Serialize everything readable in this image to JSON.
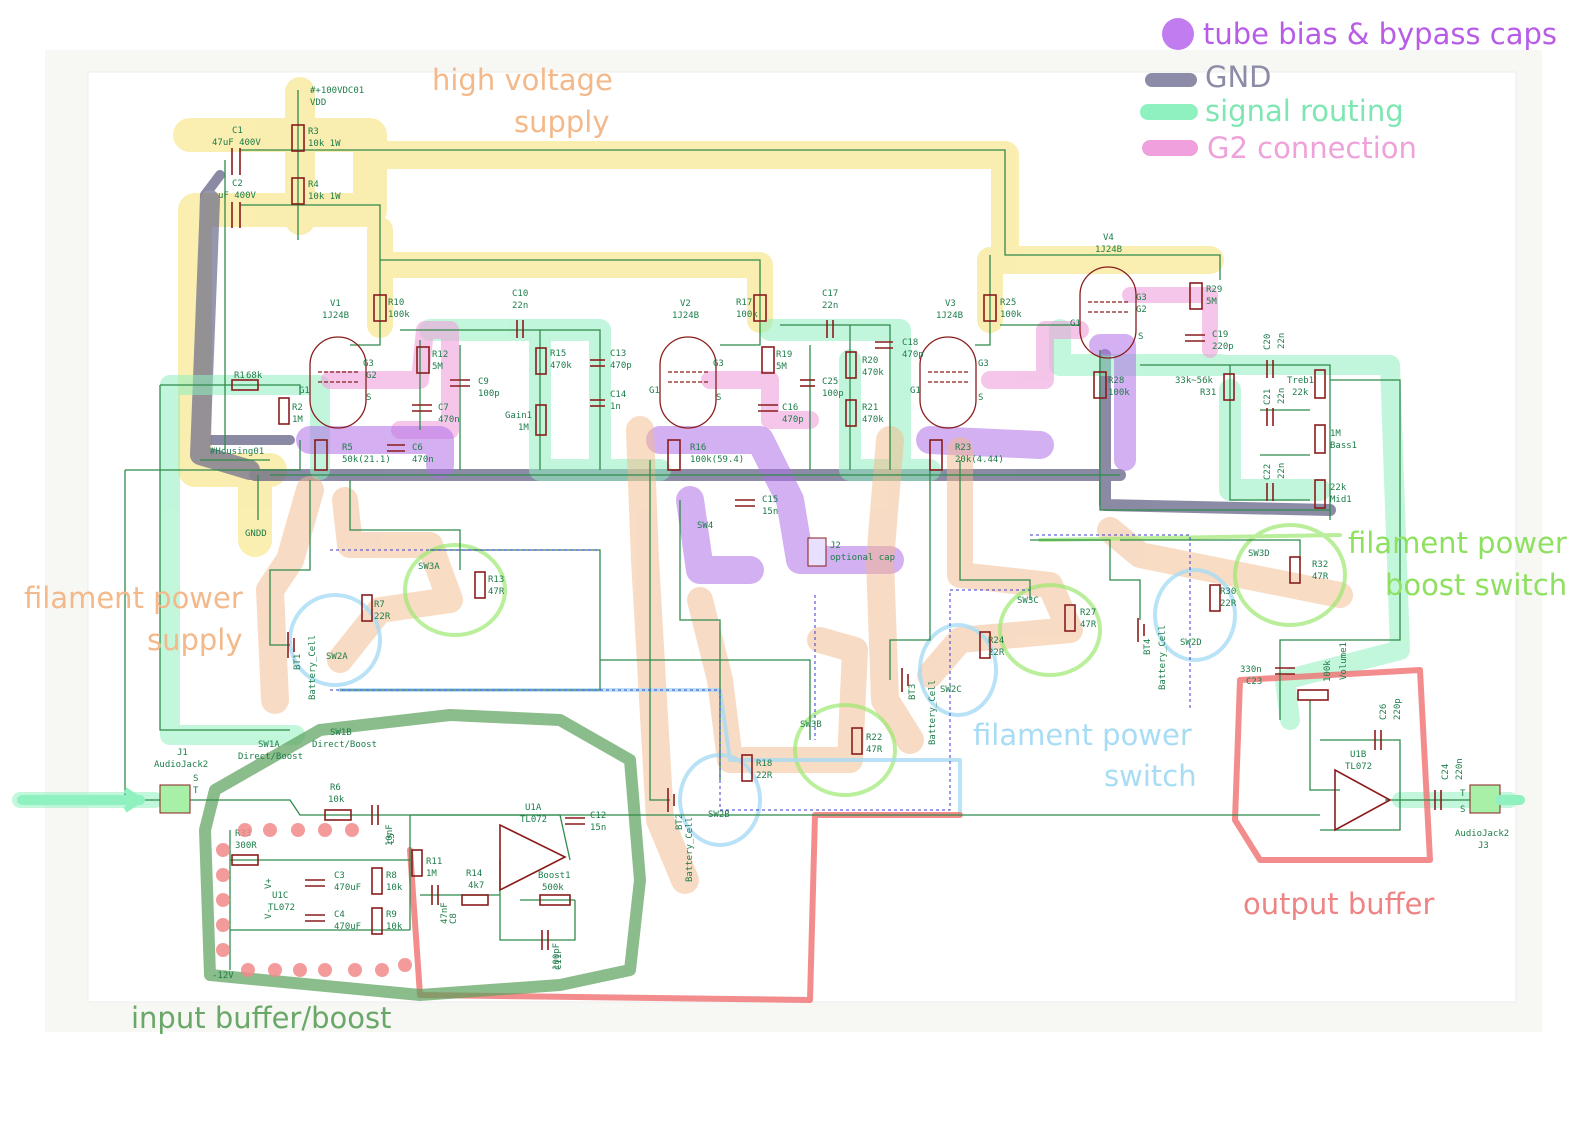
{
  "legend": {
    "items": [
      {
        "label": "tube bias & bypass caps",
        "color": "#c17cf0"
      },
      {
        "label": "GND",
        "color": "#8c8ca8"
      },
      {
        "label": "signal routing",
        "color": "#8ff0c0"
      },
      {
        "label": "G2 connection",
        "color": "#f0a0dc"
      }
    ]
  },
  "regions": {
    "hv_line1": "high voltage",
    "hv_line2": "supply",
    "fil_supply_line1": "filament power",
    "fil_supply_line2": "supply",
    "fil_boost_line1": "filament power",
    "fil_boost_line2": "boost switch",
    "fil_switch_line1": "filament  power",
    "fil_switch_line2": "switch",
    "output_buffer": "output buffer",
    "input_buffer": "input buffer/boost"
  },
  "colors": {
    "hv": "#f5e070",
    "gnd": "#5a5a80",
    "signal": "#8ff0c0",
    "g2": "#f0a0dc",
    "bias": "#b070e8",
    "filament_supply": "#f3b98a",
    "boost_switch": "#9de870",
    "fil_switch": "#a8dcf5",
    "output": "#f07070",
    "input": "#5aa05a"
  },
  "supply": {
    "vdd_net": "#+100VDC01",
    "vdd": "VDD",
    "c1_ref": "C1",
    "c1_val": "47uF 400V",
    "c2_ref": "C2",
    "c2_val": "uF 400V",
    "r3_ref": "R3",
    "r3_val": "10k 1W",
    "r4_ref": "R4",
    "r4_val": "10k 1W",
    "housing": "#Housing01",
    "gndd": "GNDD"
  },
  "tubes": [
    {
      "ref": "V1",
      "type": "1J24B"
    },
    {
      "ref": "V2",
      "type": "1J24B"
    },
    {
      "ref": "V3",
      "type": "1J24B"
    },
    {
      "ref": "V4",
      "type": "1J24B"
    }
  ],
  "parts": {
    "r1": [
      "R1",
      "68k"
    ],
    "r2": [
      "R2",
      "1M"
    ],
    "r5": [
      "R5",
      "50k(21.1)"
    ],
    "c6": [
      "C6",
      "470n"
    ],
    "r10": [
      "R10",
      "100k"
    ],
    "r12": [
      "R12",
      "5M"
    ],
    "c7": [
      "C7",
      "470n"
    ],
    "c9": [
      "C9",
      "100p"
    ],
    "c10": [
      "C10",
      "22n"
    ],
    "r15": [
      "R15",
      "470k"
    ],
    "c13": [
      "C13",
      "470p"
    ],
    "c14": [
      "C14",
      "1n"
    ],
    "gain1": [
      "Gain1",
      "1M"
    ],
    "r17": [
      "R17",
      "100k"
    ],
    "r19": [
      "R19",
      "5M"
    ],
    "c16": [
      "C16",
      "470p"
    ],
    "r16": [
      "R16",
      "100k(59.4)"
    ],
    "c15": [
      "C15",
      "15n"
    ],
    "sw4": [
      "SW4",
      ""
    ],
    "j2": [
      "J2",
      "optional cap"
    ],
    "c17": [
      "C17",
      "22n"
    ],
    "c25": [
      "C25",
      "100p"
    ],
    "r20": [
      "R20",
      "470k"
    ],
    "r21": [
      "R21",
      "470k"
    ],
    "c18": [
      "C18",
      "470p"
    ],
    "r25": [
      "R25",
      "100k"
    ],
    "r23": [
      "R23",
      "20k(4.44)"
    ],
    "r29": [
      "R29",
      "5M"
    ],
    "c19": [
      "C19",
      "220p"
    ],
    "r28": [
      "R28",
      "100k"
    ],
    "r31": [
      "R31",
      "33k~56k"
    ],
    "c20": [
      "C20",
      "22n"
    ],
    "c21": [
      "C21",
      "22n"
    ],
    "c22": [
      "C22",
      "22n"
    ],
    "treb1": [
      "Treb1",
      "22k"
    ],
    "bass1": [
      "Bass1",
      "1M"
    ],
    "mid1": [
      "Mid1",
      "22k"
    ],
    "sw3a": [
      "SW3A",
      ""
    ],
    "r13": [
      "R13",
      "47R"
    ],
    "r7": [
      "R7",
      "22R"
    ],
    "sw2a": [
      "SW2A",
      ""
    ],
    "bt1": [
      "BT1",
      "Battery_Cell"
    ],
    "sw3b": [
      "SW3B",
      ""
    ],
    "r22": [
      "R22",
      "47R"
    ],
    "r18": [
      "R18",
      "22R"
    ],
    "sw2b": [
      "SW2B",
      ""
    ],
    "bt2": [
      "BT2",
      "Battery_Cell"
    ],
    "sw3c": [
      "SW3C",
      ""
    ],
    "r27": [
      "R27",
      "47R"
    ],
    "r24": [
      "R24",
      "22R"
    ],
    "sw2c": [
      "SW2C",
      ""
    ],
    "bt3": [
      "BT3",
      "Battery_Cell"
    ],
    "sw3d": [
      "SW3D",
      ""
    ],
    "r32": [
      "R32",
      "47R"
    ],
    "r30": [
      "R30",
      "22R"
    ],
    "sw2d": [
      "SW2D",
      ""
    ],
    "bt4": [
      "BT4",
      "Battery_Cell"
    ],
    "j1": [
      "J1",
      "AudioJack2"
    ],
    "sw1a": [
      "SW1A",
      "Direct/Boost"
    ],
    "sw1b": [
      "SW1B",
      "Direct/Boost"
    ],
    "r6": [
      "R6",
      "10k"
    ],
    "c5": [
      "C5",
      "10nF"
    ],
    "r33": [
      "R33",
      "300R"
    ],
    "u1c": [
      "U1C",
      "TL072"
    ],
    "c3": [
      "C3",
      "470uF"
    ],
    "c4": [
      "C4",
      "470uF"
    ],
    "r8": [
      "R8",
      "10k"
    ],
    "r9": [
      "R9",
      "10k"
    ],
    "r11": [
      "R11",
      "1M"
    ],
    "c8": [
      "C8",
      "47nF"
    ],
    "r14": [
      "R14",
      "4k7"
    ],
    "u1a": [
      "U1A",
      "TL072"
    ],
    "c12": [
      "C12",
      "15n"
    ],
    "boost1": [
      "Boost1",
      "500k"
    ],
    "c11": [
      "C11",
      "100pF"
    ],
    "c23": [
      "C23",
      "330n"
    ],
    "volume1": [
      "Volume1",
      "100k"
    ],
    "c26": [
      "C26",
      "220p"
    ],
    "u1b": [
      "U1B",
      "TL072"
    ],
    "c24": [
      "C24",
      "220n"
    ],
    "j3": [
      "J3",
      "AudioJack2"
    ],
    "vminus": "-12V",
    "vplus": "V+",
    "vminus_pin": "V-"
  },
  "pins": {
    "g1": "G1",
    "g2": "G2",
    "g3": "G3",
    "s": "S",
    "t": "T"
  }
}
